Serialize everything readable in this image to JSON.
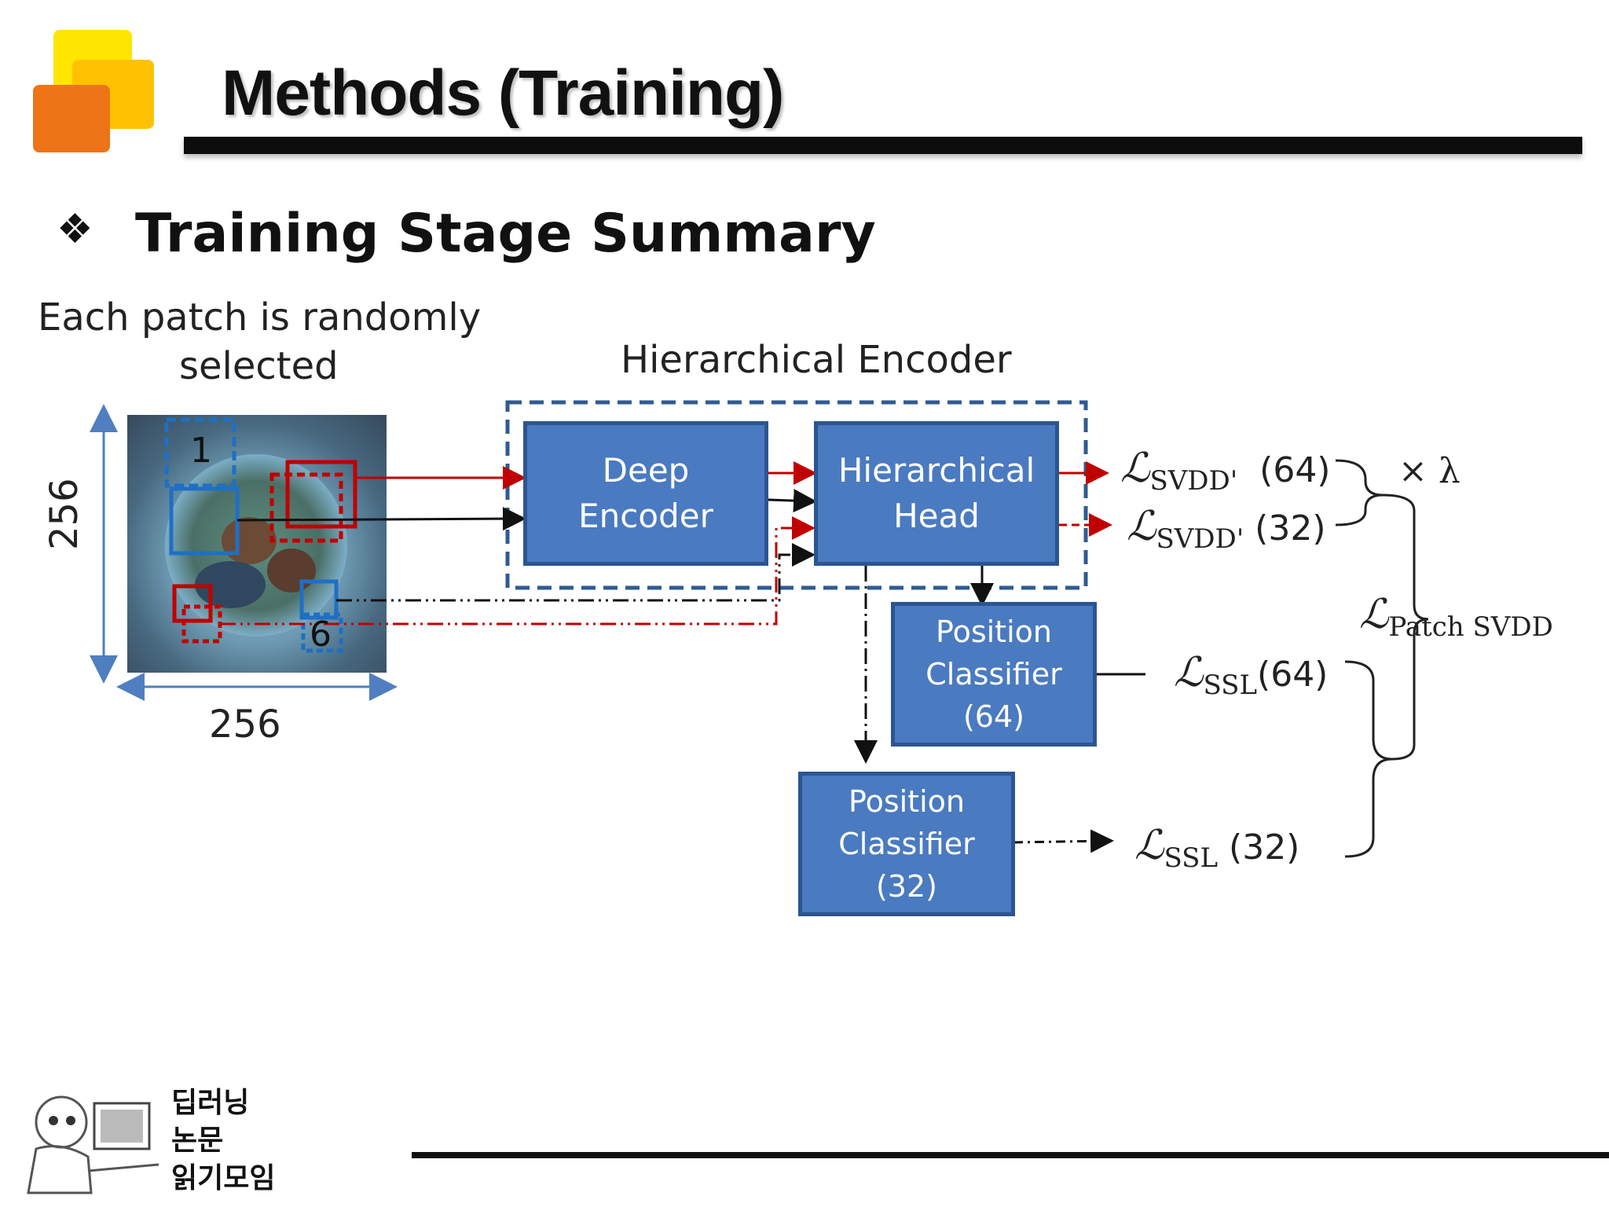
{
  "header": {
    "title": "Methods (Training)"
  },
  "section": {
    "bullet": "❖",
    "heading": "Training Stage Summary"
  },
  "diagram": {
    "patch_caption_line1": "Each patch is randomly",
    "patch_caption_line2": "selected",
    "image_height_label": "256",
    "image_width_label": "256",
    "patch_label_1": "1",
    "patch_label_6": "6",
    "encoder_group_label": "Hierarchical Encoder",
    "deep_encoder": "Deep\nEncoder",
    "hierarchical_head": "Hierarchical\nHead",
    "position_classifier_64": "Position\nClassifier\n(64)",
    "position_classifier_32": "Position\nClassifier\n(32)",
    "losses": {
      "svdd_64": {
        "symbol": "ℒ",
        "sub": "SVDD'",
        "num": "(64)"
      },
      "svdd_32": {
        "symbol": "ℒ",
        "sub": "SVDD'",
        "num": "(32)"
      },
      "lambda": "× λ",
      "patch_svdd": {
        "symbol": "ℒ",
        "sub": "Patch SVDD"
      },
      "ssl_64": {
        "symbol": "ℒ",
        "sub": "SSL",
        "num": "(64)"
      },
      "ssl_32": {
        "symbol": "ℒ",
        "sub": "SSL",
        "num": "(32)"
      }
    },
    "colors": {
      "block_fill": "#4a7ac0",
      "block_border": "#2c5590",
      "group_dash": "#2f5b92",
      "red_arrow": "#c00000",
      "blue_patch": "#1f6fc4"
    }
  },
  "footer": {
    "line1": "딥러닝",
    "line2": "논문",
    "line3": "읽기모임"
  }
}
